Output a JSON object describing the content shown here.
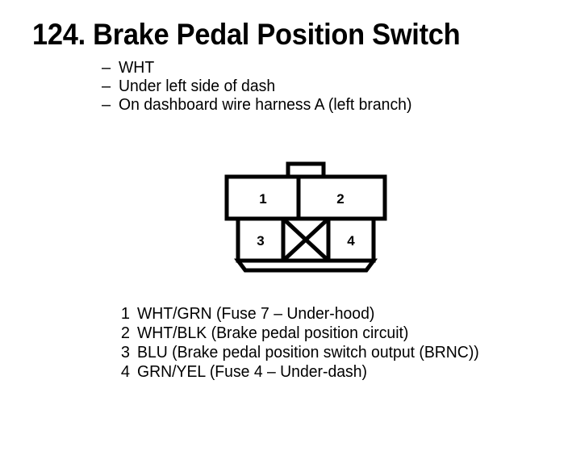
{
  "page": {
    "title": "124. Brake Pedal Position Switch",
    "ink_color": "#000000",
    "background_color": "#ffffff"
  },
  "description": {
    "bullet_marker": "–",
    "items": [
      {
        "text": "WHT"
      },
      {
        "text": "Under left side of dash"
      },
      {
        "text": "On dashboard wire harness A (left branch)"
      }
    ]
  },
  "connector": {
    "type": "4-pin connector face view",
    "cavities": [
      {
        "label": "1",
        "row": "top",
        "position": "left",
        "blocked": false
      },
      {
        "label": "2",
        "row": "top",
        "position": "right",
        "blocked": false
      },
      {
        "label": "3",
        "row": "bottom",
        "position": "left",
        "blocked": false
      },
      {
        "label": "",
        "row": "bottom",
        "position": "center",
        "blocked": true
      },
      {
        "label": "4",
        "row": "bottom",
        "position": "right",
        "blocked": false
      }
    ],
    "features": [
      "locking-tab-top",
      "bottom-skirt-slot",
      "blocked-center-cavity-x"
    ]
  },
  "pin_legend": [
    {
      "pin": "1",
      "text": "WHT/GRN (Fuse 7 – Under-hood)"
    },
    {
      "pin": "2",
      "text": "WHT/BLK (Brake pedal position circuit)"
    },
    {
      "pin": "3",
      "text": "BLU (Brake pedal position switch output (BRNC))"
    },
    {
      "pin": "4",
      "text": "GRN/YEL (Fuse 4 – Under-dash)"
    }
  ]
}
